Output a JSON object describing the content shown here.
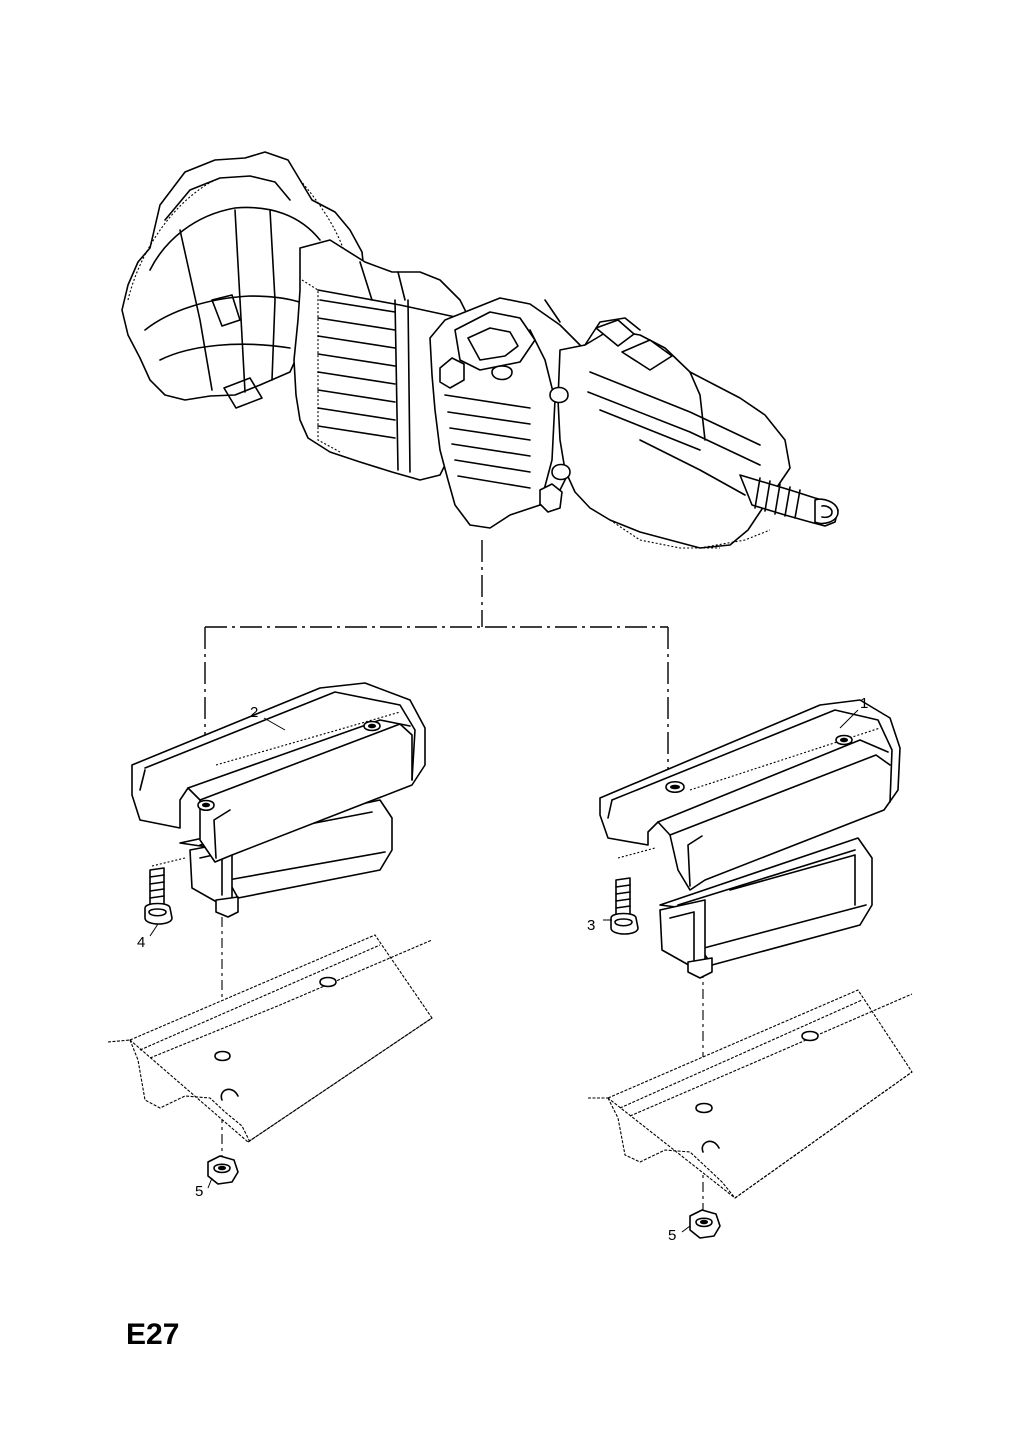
{
  "diagram": {
    "page_code": "E27",
    "callouts": {
      "mount_right": "1",
      "mount_left": "2",
      "bolt_right": "3",
      "bolt_left": "4",
      "nut_left": "5",
      "nut_right": "5"
    }
  }
}
